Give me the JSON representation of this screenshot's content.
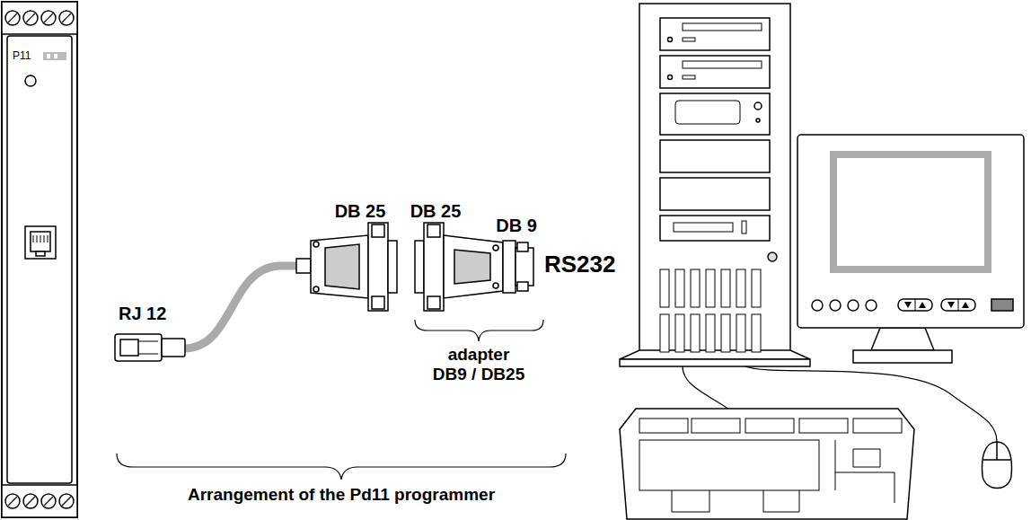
{
  "diagram": {
    "nodes": [
      {
        "text": [
          "P11"
        ]
      }
    ],
    "labels": [
      "RJ 12",
      "DB 25",
      "DB 25",
      "DB 9",
      "RS232",
      "adapter DB9 / DB25",
      "Arrangement of the Pd11 programmer"
    ]
  }
}
